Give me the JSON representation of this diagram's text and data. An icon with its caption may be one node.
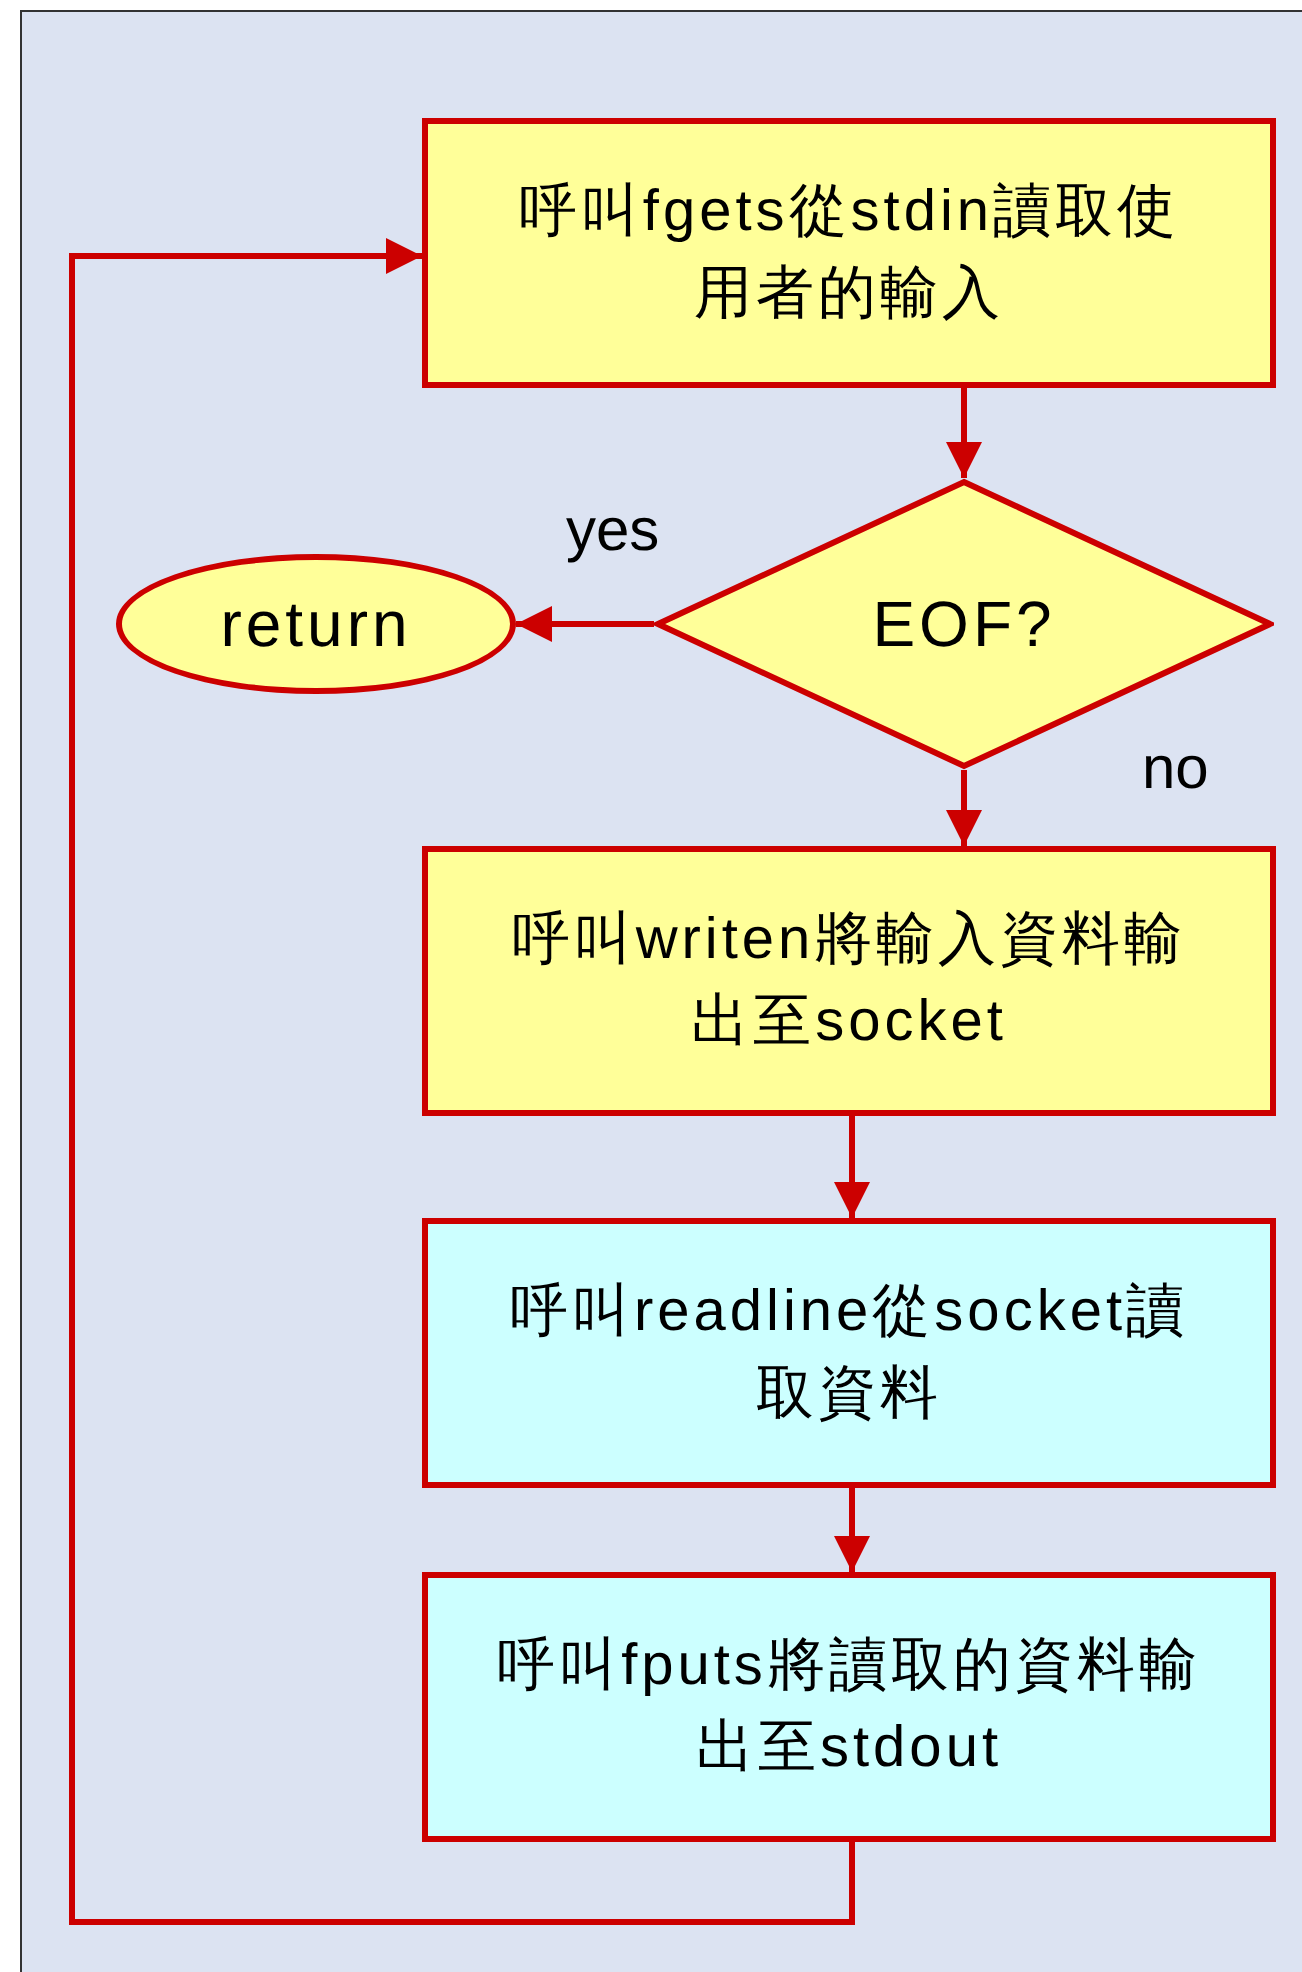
{
  "diagram": {
    "nodes": [
      {
        "text": [
          "呼叫fgets從stdin讀取使用者的輸入"
        ]
      },
      {
        "text": [
          "EOF?"
        ]
      },
      {
        "text": [
          "return"
        ]
      },
      {
        "text": [
          "呼叫writen將輸入資料輸出至socket"
        ]
      },
      {
        "text": [
          "呼叫readline從socket讀取資料"
        ]
      },
      {
        "text": [
          "呼叫fputs將讀取的資料輸出至stdout"
        ]
      }
    ],
    "edges": [
      {
        "from": 0,
        "to": 1,
        "arrow": "to"
      },
      {
        "from": 1,
        "to": 2,
        "arrow": "to",
        "label": "yes"
      },
      {
        "from": 1,
        "to": 3,
        "arrow": "to",
        "label": "no"
      },
      {
        "from": 3,
        "to": 4,
        "arrow": "to"
      },
      {
        "from": 4,
        "to": 5,
        "arrow": "to"
      },
      {
        "from": 5,
        "to": 0,
        "arrow": "to"
      }
    ]
  }
}
